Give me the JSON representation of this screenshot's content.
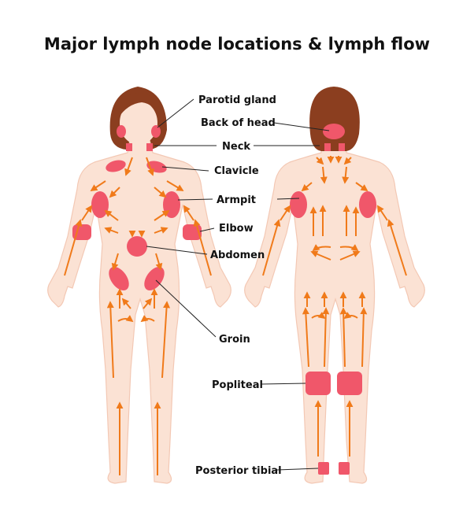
{
  "title": "Major lymph node locations & lymph flow",
  "labels": {
    "parotid_gland": "Parotid gland",
    "back_of_head": "Back of head",
    "neck": "Neck",
    "clavicle": "Clavicle",
    "armpit": "Armpit",
    "elbow": "Elbow",
    "abdomen": "Abdomen",
    "groin": "Groin",
    "popliteal": "Popliteal",
    "posterior_tibial": "Posterior tibial"
  },
  "colors": {
    "skin": "#fbe2d4",
    "skin_outline": "#f3c8b4",
    "hair": "#8b3e1f",
    "lymph_node": "#f0576a",
    "arrow": "#f07a1a"
  }
}
